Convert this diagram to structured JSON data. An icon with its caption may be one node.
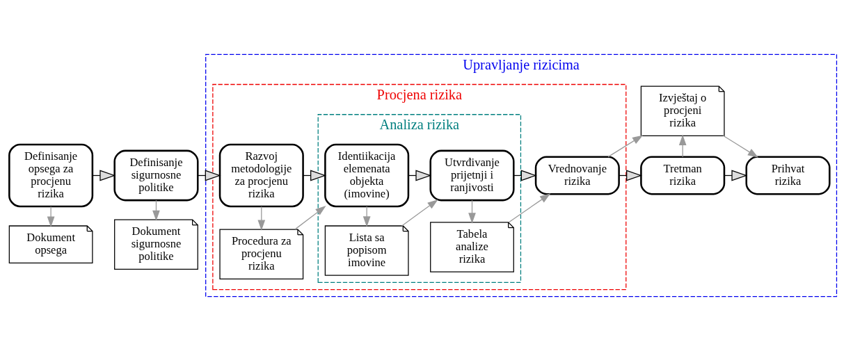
{
  "diagram": {
    "nodes": [
      {
        "text": [
          "Upravljanje rizicima"
        ]
      },
      {
        "text": [
          "Procjena rizika"
        ],
        "in": 0
      },
      {
        "text": [
          "Analiza rizika"
        ],
        "in": 1
      },
      {
        "text": [
          "Definisanje opsega za procjenu rizika"
        ]
      },
      {
        "text": [
          "Definisanje sigurnosne politike"
        ]
      },
      {
        "text": [
          "Razvoj metodologije za procjenu rizika"
        ],
        "in": 1
      },
      {
        "text": [
          "Identiikacija elemenata objekta (imovine)"
        ],
        "in": 2
      },
      {
        "text": [
          "Utvrđivanje prijetnji i ranjivosti"
        ],
        "in": 2
      },
      {
        "text": [
          "Vrednovanje rizika"
        ],
        "in": 1
      },
      {
        "text": [
          "Tretman rizika"
        ],
        "in": 0
      },
      {
        "text": [
          "Prihvat rizika"
        ],
        "in": 0
      },
      {
        "text": [
          "Dokument opsega"
        ]
      },
      {
        "text": [
          "Dokument sigurnosne politike"
        ]
      },
      {
        "text": [
          "Procedura za procjenu rizika"
        ],
        "in": 1
      },
      {
        "text": [
          "Lista sa popisom imovine"
        ],
        "in": 2
      },
      {
        "text": [
          "Tabela analize rizika"
        ],
        "in": 2
      },
      {
        "text": [
          "Izvještaj o procjeni rizika"
        ],
        "in": 0
      }
    ],
    "edges": [
      {
        "from": 3,
        "to": 4,
        "arrow": "to",
        "color": "#000000"
      },
      {
        "from": 4,
        "to": 5,
        "arrow": "to",
        "color": "#000000"
      },
      {
        "from": 5,
        "to": 6,
        "arrow": "to",
        "color": "#000000"
      },
      {
        "from": 6,
        "to": 7,
        "arrow": "to",
        "color": "#000000"
      },
      {
        "from": 7,
        "to": 8,
        "arrow": "to",
        "color": "#000000"
      },
      {
        "from": 8,
        "to": 9,
        "arrow": "to",
        "color": "#000000"
      },
      {
        "from": 9,
        "to": 10,
        "arrow": "to",
        "color": "#000000"
      },
      {
        "from": 3,
        "to": 11,
        "arrow": "to"
      },
      {
        "from": 4,
        "to": 12,
        "arrow": "to"
      },
      {
        "from": 5,
        "to": 13,
        "arrow": "to"
      },
      {
        "from": 13,
        "to": 6,
        "arrow": "to"
      },
      {
        "from": 6,
        "to": 14,
        "arrow": "to"
      },
      {
        "from": 14,
        "to": 7,
        "arrow": "to"
      },
      {
        "from": 7,
        "to": 15,
        "arrow": "to"
      },
      {
        "from": 15,
        "to": 8,
        "arrow": "to"
      },
      {
        "from": 8,
        "to": 16,
        "arrow": "to"
      },
      {
        "from": 9,
        "to": 16,
        "arrow": "to"
      },
      {
        "from": 16,
        "to": 10,
        "arrow": "to"
      }
    ]
  }
}
